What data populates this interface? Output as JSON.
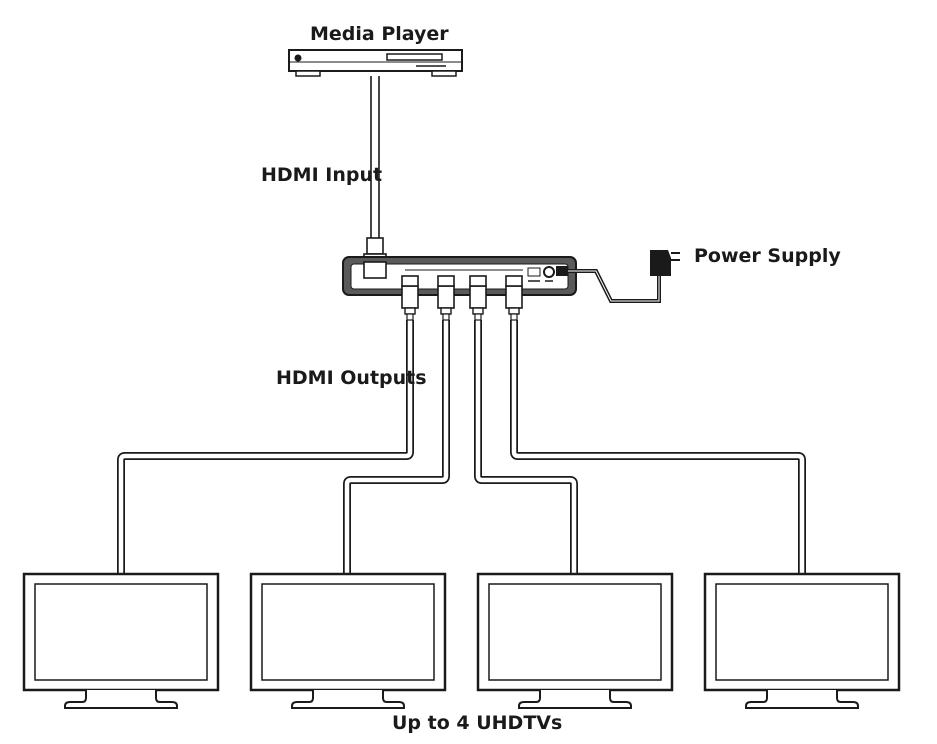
{
  "labels": {
    "media_player": "Media Player",
    "hdmi_input": "HDMI Input",
    "power_supply": "Power Supply",
    "hdmi_outputs": "HDMI Outputs",
    "tvs": "Up to 4 UHDTVs"
  },
  "devices": {
    "source": "media-player",
    "splitter_outputs": 4,
    "display_count": 4
  },
  "colors": {
    "stroke": "#1a1a1a",
    "splitter_body": "#5a5a5a",
    "cable": "#ffffff"
  }
}
